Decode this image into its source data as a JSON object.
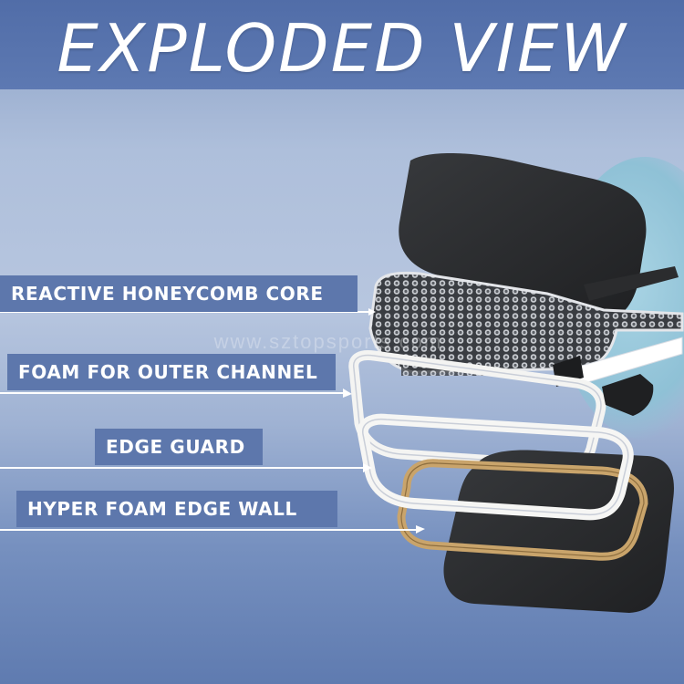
{
  "title": "EXPLODED VIEW",
  "labels": {
    "honeycomb": "REACTIVE HONEYCOMB CORE",
    "foam_outer": "FOAM FOR OUTER CHANNEL",
    "edge_guard": "EDGE GUARD",
    "hyper_foam": "HYPER FOAM EDGE WALL"
  },
  "watermark": "www.sztopsports.com",
  "colors": {
    "header": "#516da8",
    "label_bg": "#5d77ac",
    "face": "#2b2c2e",
    "edge_guard": "#c9a46b",
    "foam": "#f4f4f2"
  }
}
